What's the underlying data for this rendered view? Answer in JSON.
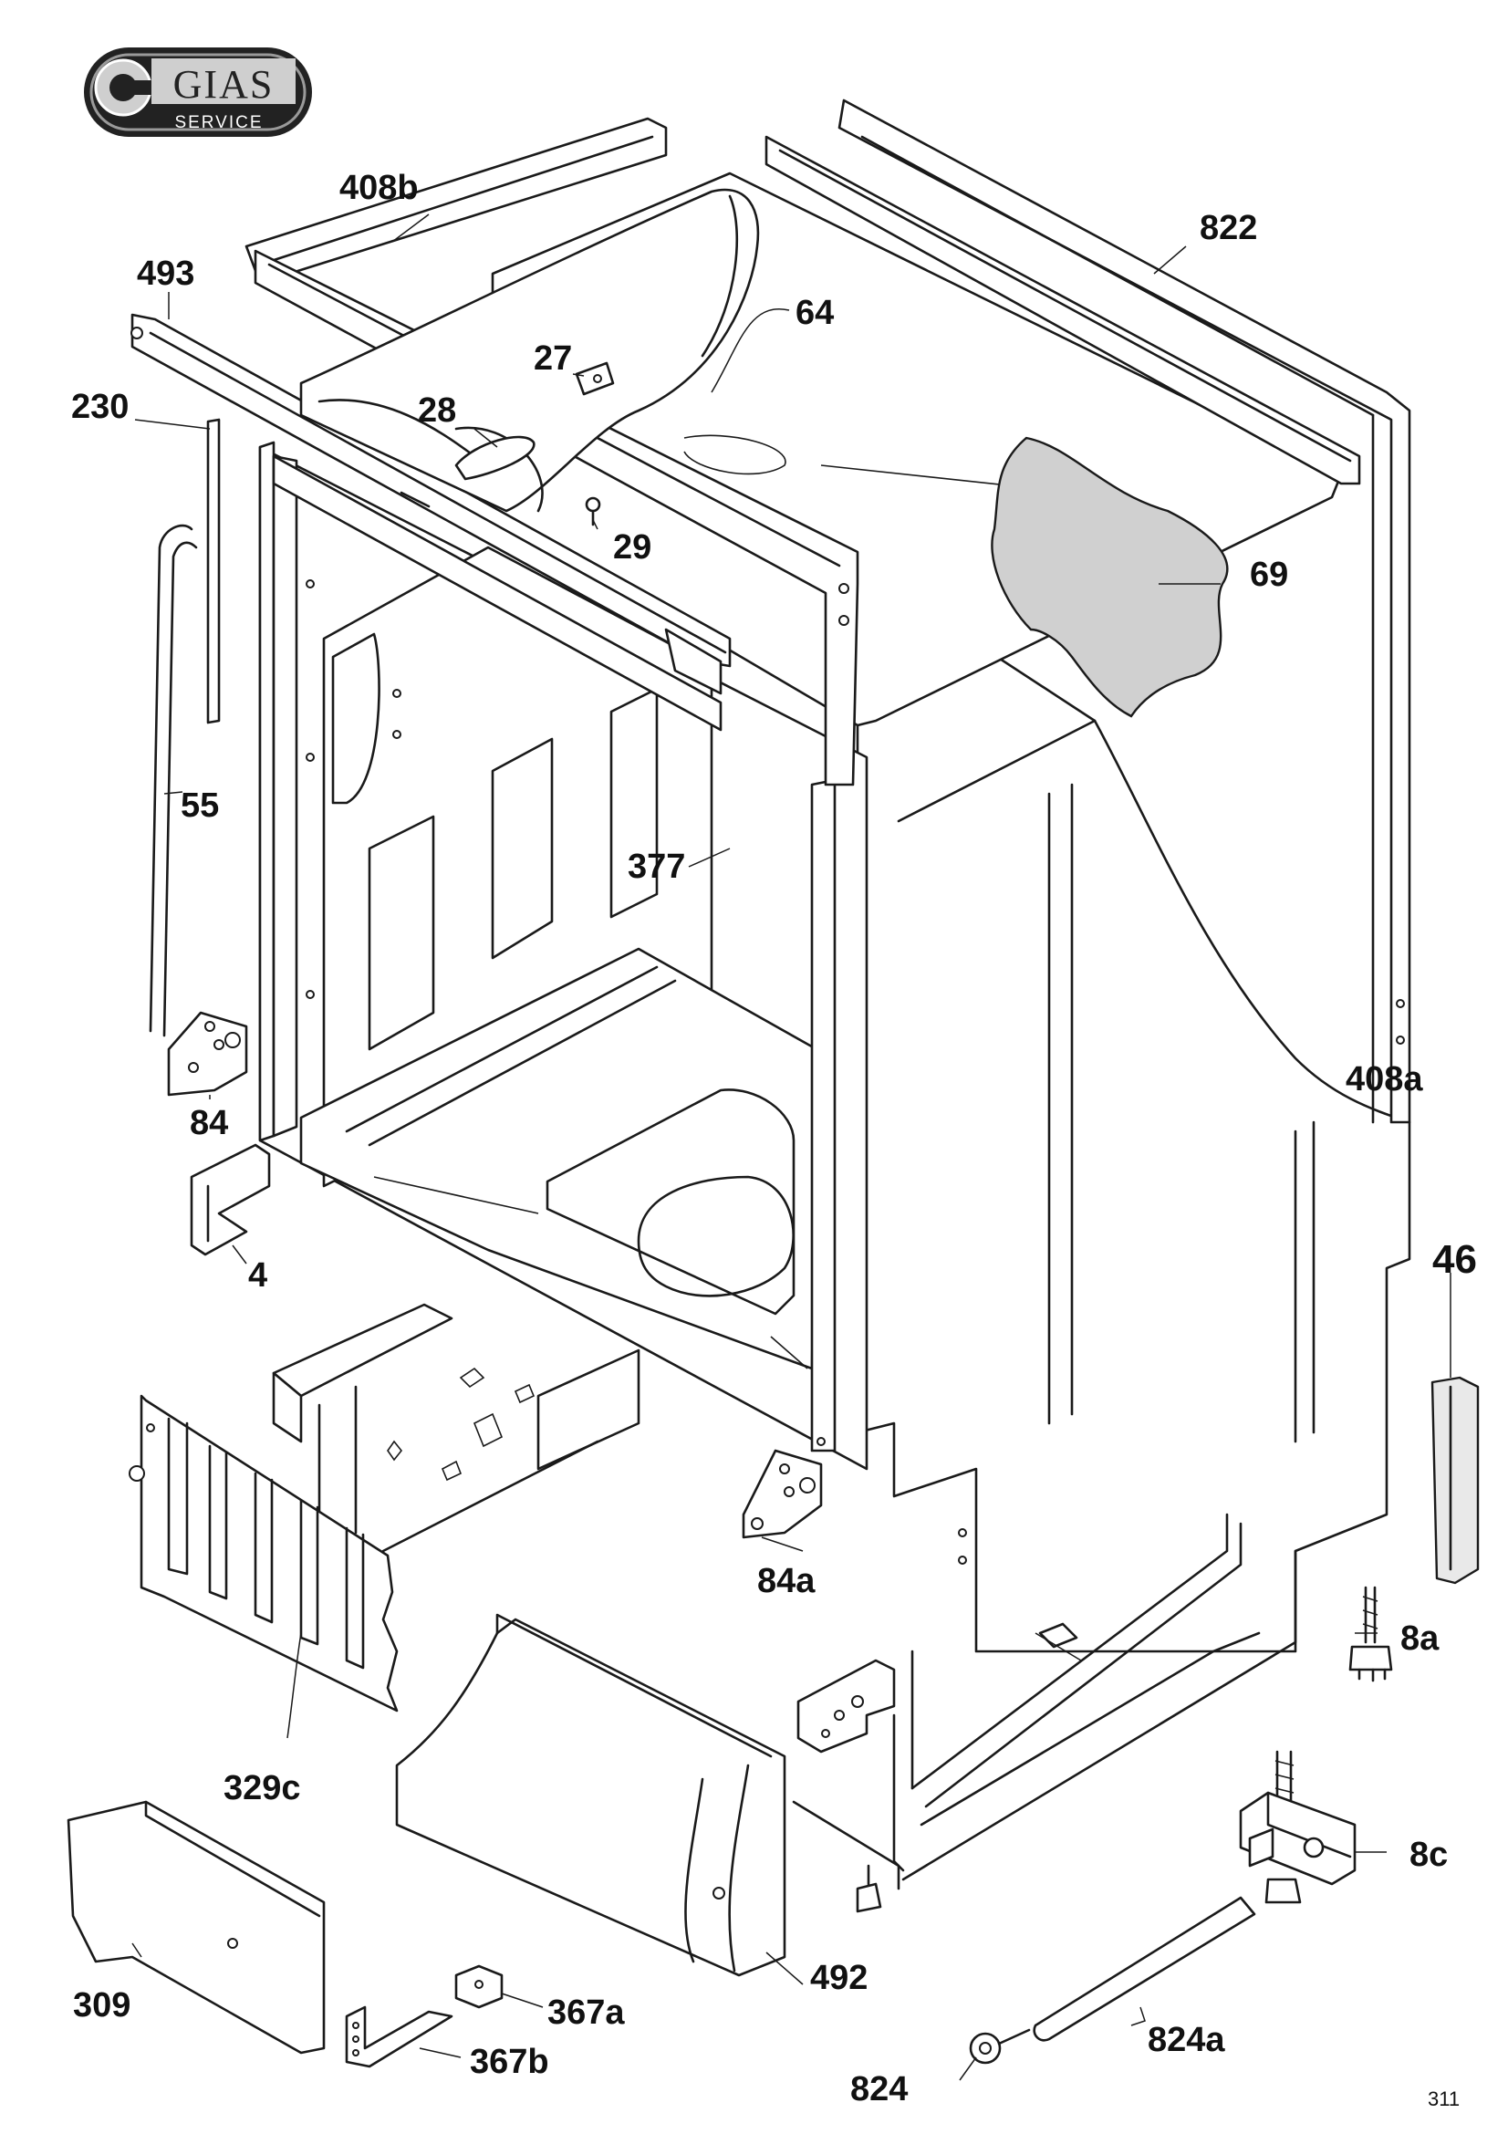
{
  "logo": {
    "brand": "GIAS",
    "sub": "SERVICE"
  },
  "page_number": "311",
  "labels": {
    "l408b": "408b",
    "l493": "493",
    "l230": "230",
    "l28": "28",
    "l27": "27",
    "l64": "64",
    "l822": "822",
    "l29": "29",
    "l69": "69",
    "l55": "55",
    "l377": "377",
    "l84": "84",
    "l408a": "408a",
    "l4": "4",
    "l46": "46",
    "l84a": "84a",
    "l8a": "8a",
    "l329c": "329c",
    "l8c": "8c",
    "l492": "492",
    "l309": "309",
    "l367a": "367a",
    "l367b": "367b",
    "l824a": "824a",
    "l824": "824"
  },
  "colors": {
    "ink": "#1a1a1a",
    "shaded_panel": "#d0d0d0",
    "logo_bg": "#222222"
  }
}
